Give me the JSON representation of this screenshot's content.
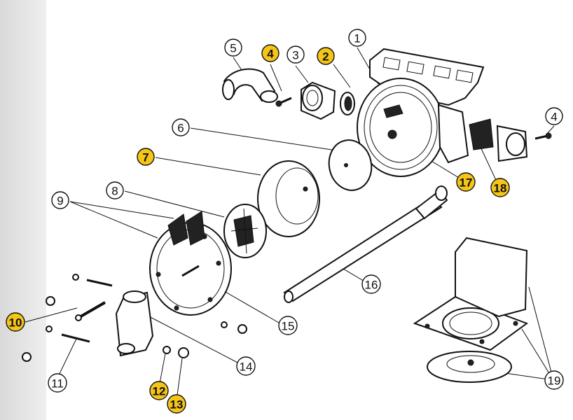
{
  "diagram": {
    "colors": {
      "highlight": "#f5c518",
      "normal": "#ffffff",
      "ink": "#111111"
    },
    "callouts": [
      {
        "id": "c1",
        "label": "1",
        "highlighted": false
      },
      {
        "id": "c2",
        "label": "2",
        "highlighted": true
      },
      {
        "id": "c3",
        "label": "3",
        "highlighted": false
      },
      {
        "id": "c4a",
        "label": "4",
        "highlighted": true
      },
      {
        "id": "c4b",
        "label": "4",
        "highlighted": false
      },
      {
        "id": "c5",
        "label": "5",
        "highlighted": false
      },
      {
        "id": "c6",
        "label": "6",
        "highlighted": false
      },
      {
        "id": "c7",
        "label": "7",
        "highlighted": true
      },
      {
        "id": "c8",
        "label": "8",
        "highlighted": false
      },
      {
        "id": "c9",
        "label": "9",
        "highlighted": false
      },
      {
        "id": "c10",
        "label": "10",
        "highlighted": true
      },
      {
        "id": "c11",
        "label": "11",
        "highlighted": false
      },
      {
        "id": "c12",
        "label": "12",
        "highlighted": true
      },
      {
        "id": "c13",
        "label": "13",
        "highlighted": true
      },
      {
        "id": "c14",
        "label": "14",
        "highlighted": false
      },
      {
        "id": "c15",
        "label": "15",
        "highlighted": false
      },
      {
        "id": "c16",
        "label": "16",
        "highlighted": false
      },
      {
        "id": "c17",
        "label": "17",
        "highlighted": true
      },
      {
        "id": "c18",
        "label": "18",
        "highlighted": true
      },
      {
        "id": "c19",
        "label": "19",
        "highlighted": false
      }
    ]
  }
}
